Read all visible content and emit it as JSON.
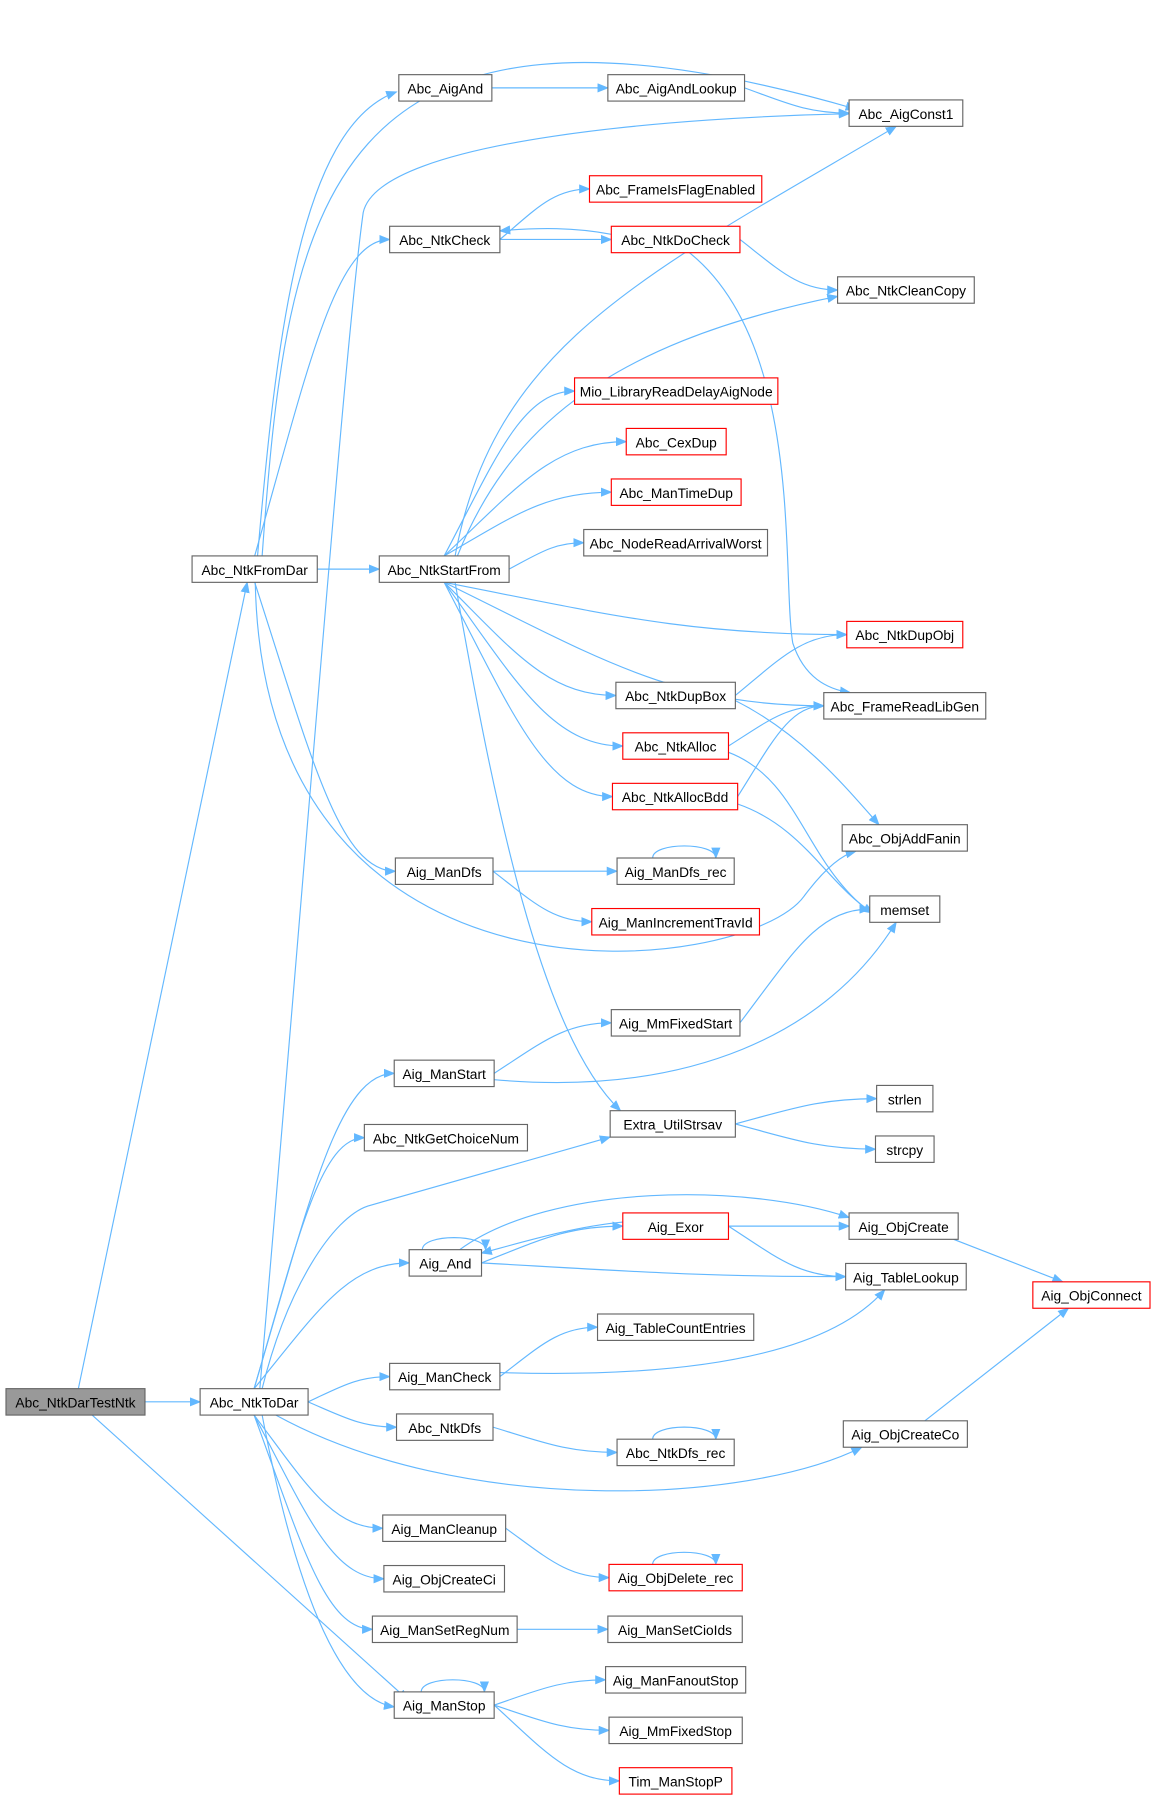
{
  "title": "Call graph of Abc_NtkDarTestNtk",
  "colors": {
    "edge": "#63b8ff",
    "root_fill": "#999999",
    "missing_border": "#ff0000",
    "node_border": "#666666"
  },
  "nodes": [
    {
      "id": "Abc_NtkDarTestNtk",
      "label": "Abc_NtkDarTestNtk",
      "root": true
    },
    {
      "id": "Abc_NtkFromDar",
      "label": "Abc_NtkFromDar"
    },
    {
      "id": "Abc_NtkToDar",
      "label": "Abc_NtkToDar"
    },
    {
      "id": "Abc_AigAnd",
      "label": "Abc_AigAnd"
    },
    {
      "id": "Abc_AigAndLookup",
      "label": "Abc_AigAndLookup"
    },
    {
      "id": "Abc_AigConst1",
      "label": "Abc_AigConst1"
    },
    {
      "id": "Abc_FrameIsFlagEnabled",
      "label": "Abc_FrameIsFlagEnabled",
      "red": true
    },
    {
      "id": "Abc_NtkCheck",
      "label": "Abc_NtkCheck"
    },
    {
      "id": "Abc_NtkDoCheck",
      "label": "Abc_NtkDoCheck",
      "red": true
    },
    {
      "id": "Abc_NtkCleanCopy",
      "label": "Abc_NtkCleanCopy"
    },
    {
      "id": "Mio_LibraryReadDelayAigNode",
      "label": "Mio_LibraryReadDelayAigNode",
      "red": true
    },
    {
      "id": "Abc_CexDup",
      "label": "Abc_CexDup",
      "red": true
    },
    {
      "id": "Abc_ManTimeDup",
      "label": "Abc_ManTimeDup",
      "red": true
    },
    {
      "id": "Abc_NodeReadArrivalWorst",
      "label": "Abc_NodeReadArrivalWorst"
    },
    {
      "id": "Abc_NtkStartFrom",
      "label": "Abc_NtkStartFrom"
    },
    {
      "id": "Abc_NtkDupObj",
      "label": "Abc_NtkDupObj",
      "red": true
    },
    {
      "id": "Abc_NtkDupBox",
      "label": "Abc_NtkDupBox"
    },
    {
      "id": "Abc_FrameReadLibGen",
      "label": "Abc_FrameReadLibGen"
    },
    {
      "id": "Abc_NtkAlloc",
      "label": "Abc_NtkAlloc",
      "red": true
    },
    {
      "id": "Abc_NtkAllocBdd",
      "label": "Abc_NtkAllocBdd",
      "red": true
    },
    {
      "id": "Abc_ObjAddFanin",
      "label": "Abc_ObjAddFanin"
    },
    {
      "id": "Aig_ManDfs",
      "label": "Aig_ManDfs"
    },
    {
      "id": "Aig_ManDfs_rec",
      "label": "Aig_ManDfs_rec"
    },
    {
      "id": "memset",
      "label": "memset"
    },
    {
      "id": "Aig_ManIncrementTravId",
      "label": "Aig_ManIncrementTravId",
      "red": true
    },
    {
      "id": "Aig_MmFixedStart",
      "label": "Aig_MmFixedStart"
    },
    {
      "id": "Aig_ManStart",
      "label": "Aig_ManStart"
    },
    {
      "id": "Extra_UtilStrsav",
      "label": "Extra_UtilStrsav"
    },
    {
      "id": "strlen",
      "label": "strlen"
    },
    {
      "id": "strcpy",
      "label": "strcpy"
    },
    {
      "id": "Abc_NtkGetChoiceNum",
      "label": "Abc_NtkGetChoiceNum"
    },
    {
      "id": "Aig_Exor",
      "label": "Aig_Exor",
      "red": true
    },
    {
      "id": "Aig_ObjCreate",
      "label": "Aig_ObjCreate"
    },
    {
      "id": "Aig_And",
      "label": "Aig_And"
    },
    {
      "id": "Aig_TableLookup",
      "label": "Aig_TableLookup"
    },
    {
      "id": "Aig_ObjConnect",
      "label": "Aig_ObjConnect",
      "red": true
    },
    {
      "id": "Aig_TableCountEntries",
      "label": "Aig_TableCountEntries"
    },
    {
      "id": "Aig_ManCheck",
      "label": "Aig_ManCheck"
    },
    {
      "id": "Abc_NtkDfs",
      "label": "Abc_NtkDfs"
    },
    {
      "id": "Abc_NtkDfs_rec",
      "label": "Abc_NtkDfs_rec"
    },
    {
      "id": "Aig_ObjCreateCo",
      "label": "Aig_ObjCreateCo"
    },
    {
      "id": "Aig_ManCleanup",
      "label": "Aig_ManCleanup"
    },
    {
      "id": "Aig_ObjDelete_rec",
      "label": "Aig_ObjDelete_rec",
      "red": true
    },
    {
      "id": "Aig_ObjCreateCi",
      "label": "Aig_ObjCreateCi"
    },
    {
      "id": "Aig_ManSetRegNum",
      "label": "Aig_ManSetRegNum"
    },
    {
      "id": "Aig_ManSetCioIds",
      "label": "Aig_ManSetCioIds"
    },
    {
      "id": "Aig_ManStop",
      "label": "Aig_ManStop"
    },
    {
      "id": "Aig_ManFanoutStop",
      "label": "Aig_ManFanoutStop"
    },
    {
      "id": "Aig_MmFixedStop",
      "label": "Aig_MmFixedStop"
    },
    {
      "id": "Tim_ManStopP",
      "label": "Tim_ManStopP",
      "red": true
    }
  ],
  "edges": [
    [
      "Abc_NtkDarTestNtk",
      "Abc_NtkFromDar"
    ],
    [
      "Abc_NtkDarTestNtk",
      "Abc_NtkToDar"
    ],
    [
      "Abc_NtkDarTestNtk",
      "Aig_ManStop"
    ],
    [
      "Abc_NtkFromDar",
      "Abc_AigAnd"
    ],
    [
      "Abc_NtkFromDar",
      "Abc_AigConst1"
    ],
    [
      "Abc_NtkFromDar",
      "Abc_NtkCheck"
    ],
    [
      "Abc_NtkFromDar",
      "Abc_NtkStartFrom"
    ],
    [
      "Abc_NtkFromDar",
      "Aig_ManDfs"
    ],
    [
      "Abc_NtkFromDar",
      "Abc_ObjAddFanin"
    ],
    [
      "Abc_AigAnd",
      "Abc_AigAndLookup"
    ],
    [
      "Abc_AigAndLookup",
      "Abc_AigConst1"
    ],
    [
      "Abc_NtkCheck",
      "Abc_FrameIsFlagEnabled"
    ],
    [
      "Abc_NtkCheck",
      "Abc_NtkDoCheck"
    ],
    [
      "Abc_NtkDoCheck",
      "Abc_NtkCheck"
    ],
    [
      "Abc_NtkDoCheck",
      "Abc_NtkCleanCopy"
    ],
    [
      "Abc_NtkDoCheck",
      "Abc_FrameReadLibGen"
    ],
    [
      "Abc_NtkStartFrom",
      "Abc_AigConst1"
    ],
    [
      "Abc_NtkStartFrom",
      "Abc_NtkCleanCopy"
    ],
    [
      "Abc_NtkStartFrom",
      "Mio_LibraryReadDelayAigNode"
    ],
    [
      "Abc_NtkStartFrom",
      "Abc_CexDup"
    ],
    [
      "Abc_NtkStartFrom",
      "Abc_ManTimeDup"
    ],
    [
      "Abc_NtkStartFrom",
      "Abc_NodeReadArrivalWorst"
    ],
    [
      "Abc_NtkStartFrom",
      "Abc_NtkDupObj"
    ],
    [
      "Abc_NtkStartFrom",
      "Abc_FrameReadLibGen"
    ],
    [
      "Abc_NtkStartFrom",
      "Abc_NtkDupBox"
    ],
    [
      "Abc_NtkStartFrom",
      "Abc_NtkAlloc"
    ],
    [
      "Abc_NtkStartFrom",
      "Abc_NtkAllocBdd"
    ],
    [
      "Abc_NtkStartFrom",
      "Extra_UtilStrsav"
    ],
    [
      "Abc_NtkDupBox",
      "Abc_NtkDupObj"
    ],
    [
      "Abc_NtkDupBox",
      "Abc_ObjAddFanin"
    ],
    [
      "Abc_NtkAlloc",
      "Abc_FrameReadLibGen"
    ],
    [
      "Abc_NtkAlloc",
      "memset"
    ],
    [
      "Abc_NtkAllocBdd",
      "Abc_FrameReadLibGen"
    ],
    [
      "Abc_NtkAllocBdd",
      "memset"
    ],
    [
      "Aig_ManDfs",
      "Aig_ManDfs_rec"
    ],
    [
      "Aig_ManDfs",
      "Aig_ManIncrementTravId"
    ],
    [
      "Aig_ManDfs_rec",
      "Aig_ManDfs_rec"
    ],
    [
      "Aig_ManStart",
      "Aig_MmFixedStart"
    ],
    [
      "Aig_ManStart",
      "memset"
    ],
    [
      "Aig_MmFixedStart",
      "memset"
    ],
    [
      "Extra_UtilStrsav",
      "strlen"
    ],
    [
      "Extra_UtilStrsav",
      "strcpy"
    ],
    [
      "Abc_NtkToDar",
      "Aig_ManStart"
    ],
    [
      "Abc_NtkToDar",
      "Abc_NtkGetChoiceNum"
    ],
    [
      "Abc_NtkToDar",
      "Extra_UtilStrsav"
    ],
    [
      "Abc_NtkToDar",
      "Aig_And"
    ],
    [
      "Abc_NtkToDar",
      "Aig_ManCheck"
    ],
    [
      "Abc_NtkToDar",
      "Abc_NtkDfs"
    ],
    [
      "Abc_NtkToDar",
      "Aig_ObjCreateCo"
    ],
    [
      "Abc_NtkToDar",
      "Aig_ManCleanup"
    ],
    [
      "Abc_NtkToDar",
      "Aig_ObjCreateCi"
    ],
    [
      "Abc_NtkToDar",
      "Aig_ManSetRegNum"
    ],
    [
      "Abc_NtkToDar",
      "Aig_ManStop"
    ],
    [
      "Abc_NtkToDar",
      "Abc_AigConst1"
    ],
    [
      "Aig_And",
      "Aig_And"
    ],
    [
      "Aig_And",
      "Aig_Exor"
    ],
    [
      "Aig_And",
      "Aig_ObjCreate"
    ],
    [
      "Aig_And",
      "Aig_TableLookup"
    ],
    [
      "Aig_Exor",
      "Aig_And"
    ],
    [
      "Aig_Exor",
      "Aig_ObjCreate"
    ],
    [
      "Aig_Exor",
      "Aig_TableLookup"
    ],
    [
      "Aig_ObjCreate",
      "Aig_ObjConnect"
    ],
    [
      "Aig_ObjCreateCo",
      "Aig_ObjConnect"
    ],
    [
      "Aig_ManCheck",
      "Aig_TableCountEntries"
    ],
    [
      "Aig_ManCheck",
      "Aig_TableLookup"
    ],
    [
      "Abc_NtkDfs",
      "Abc_NtkDfs_rec"
    ],
    [
      "Abc_NtkDfs_rec",
      "Abc_NtkDfs_rec"
    ],
    [
      "Aig_ManCleanup",
      "Aig_ObjDelete_rec"
    ],
    [
      "Aig_ObjDelete_rec",
      "Aig_ObjDelete_rec"
    ],
    [
      "Aig_ManSetRegNum",
      "Aig_ManSetCioIds"
    ],
    [
      "Aig_ManStop",
      "Aig_ManStop"
    ],
    [
      "Aig_ManStop",
      "Aig_ManFanoutStop"
    ],
    [
      "Aig_ManStop",
      "Aig_MmFixedStop"
    ],
    [
      "Aig_ManStop",
      "Tim_ManStopP"
    ]
  ]
}
